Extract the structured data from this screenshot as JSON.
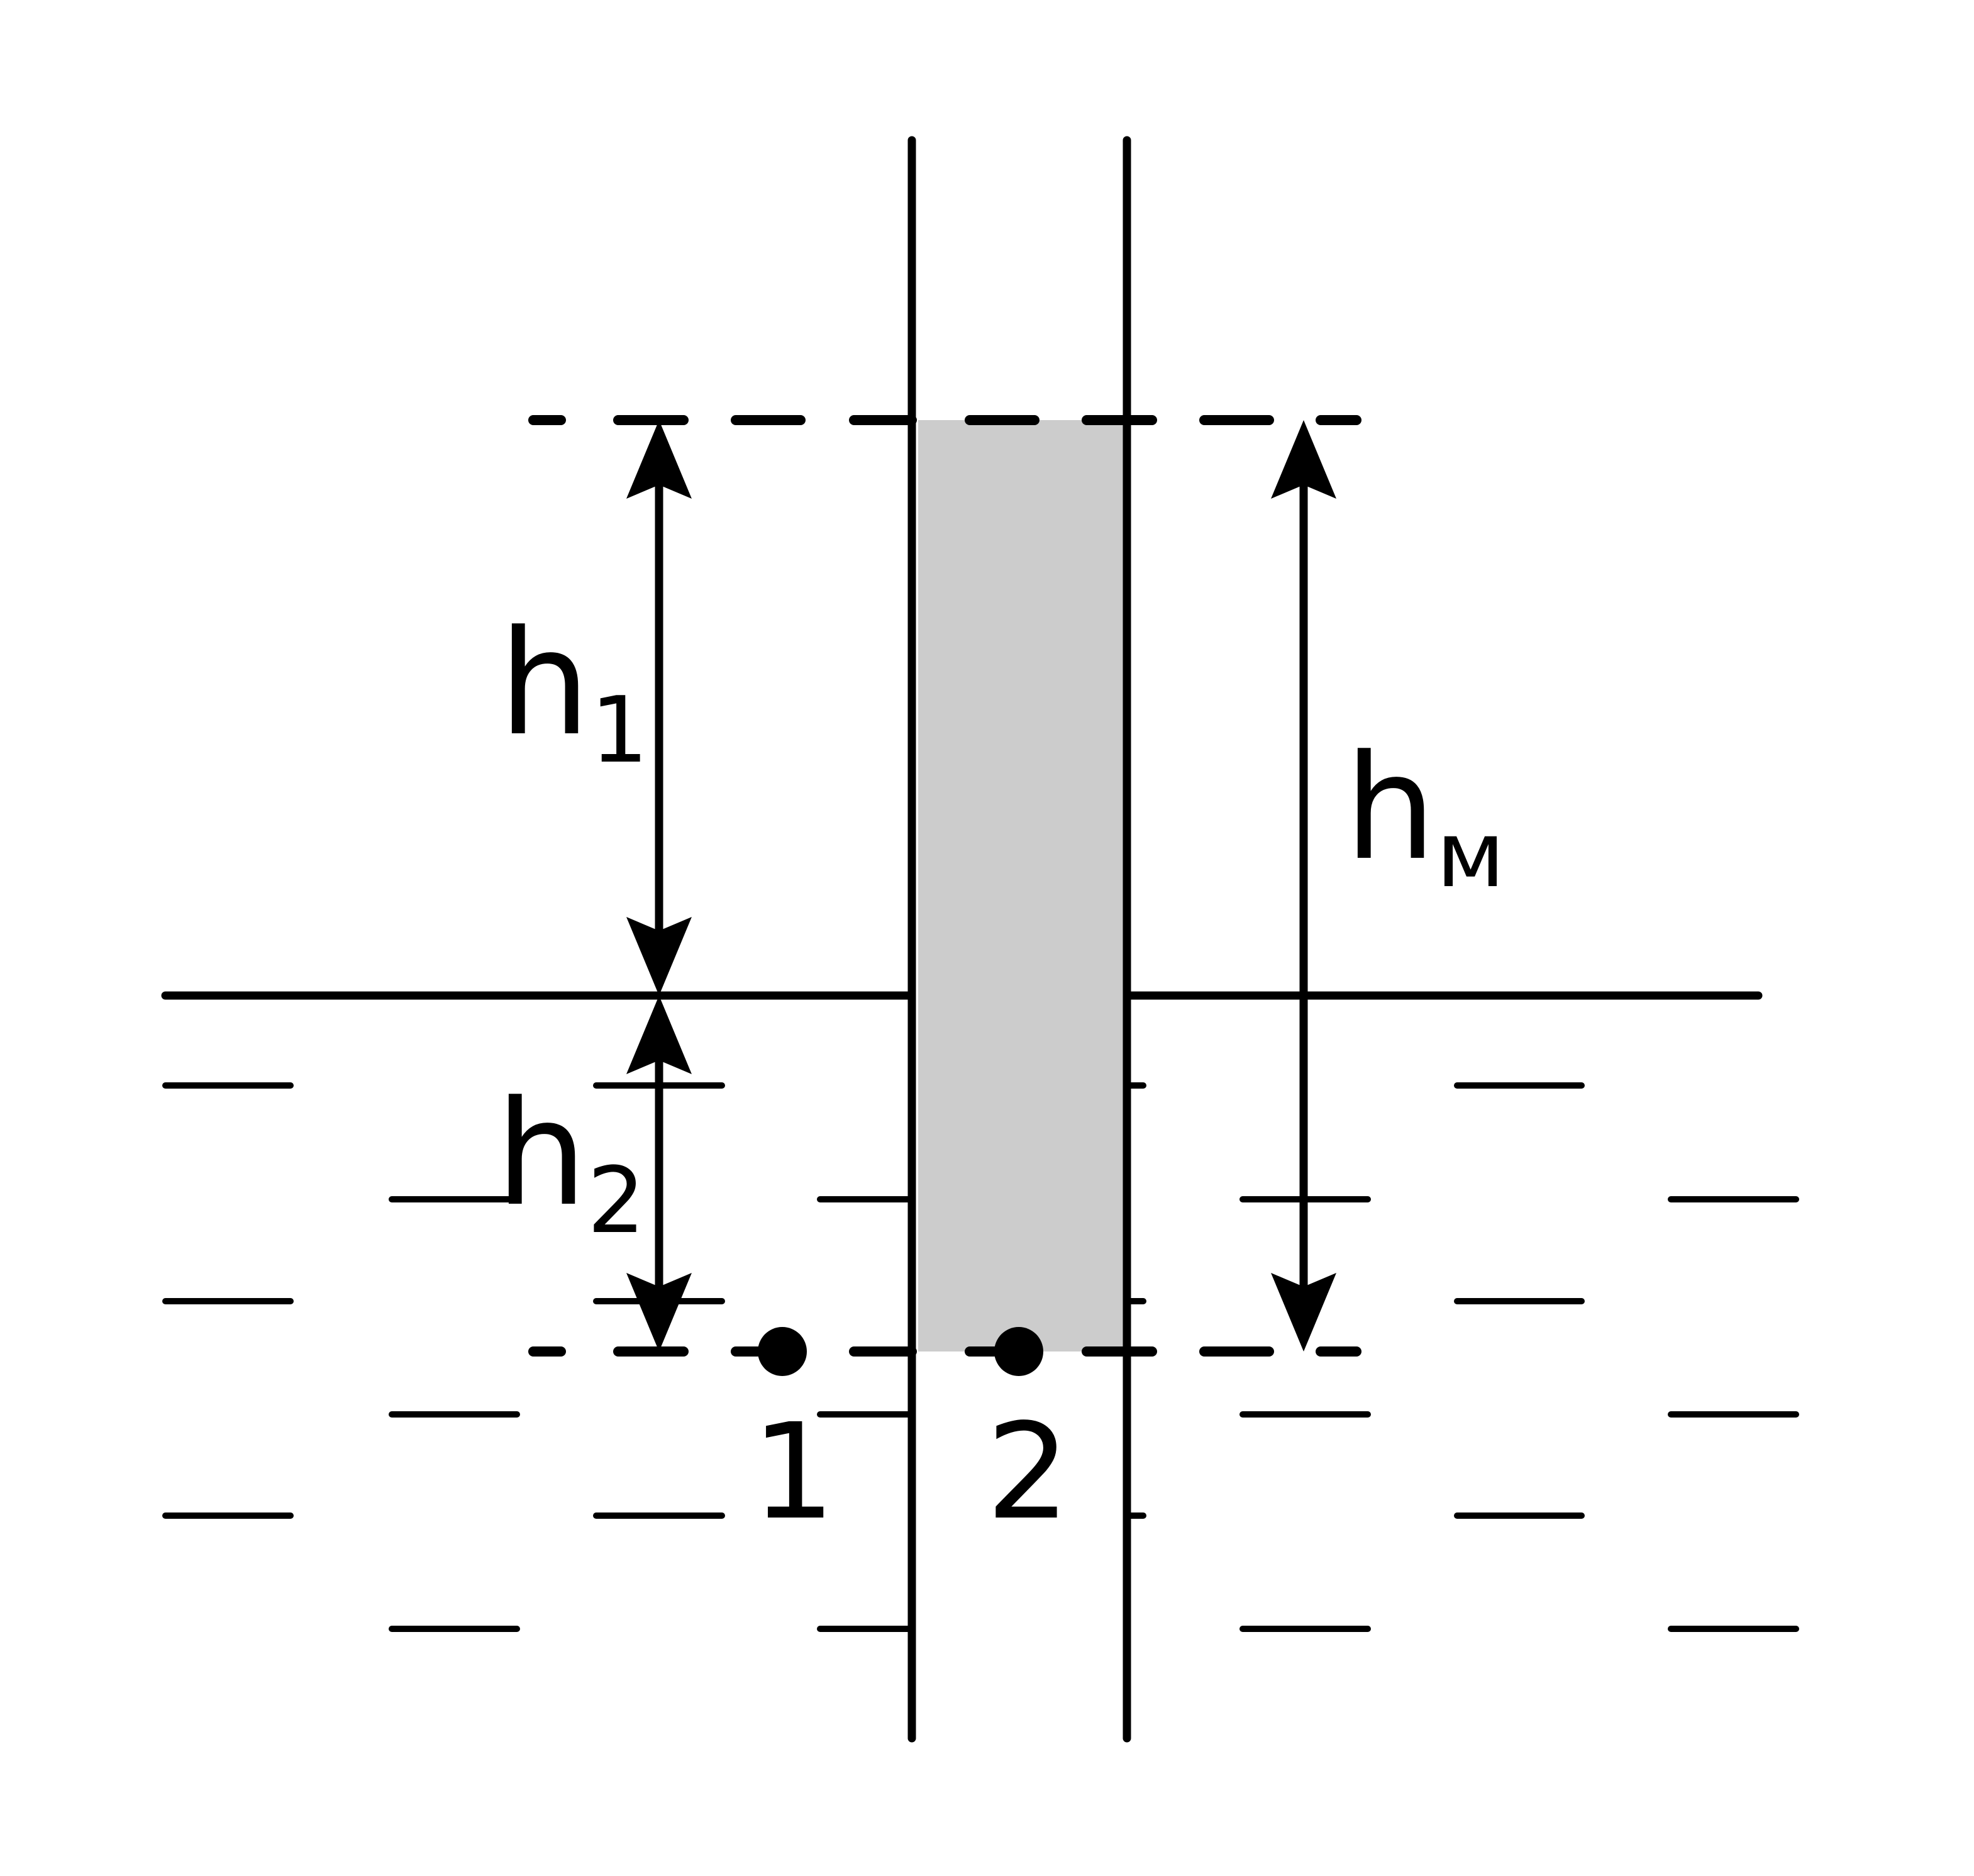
{
  "labels": {
    "h1_main": "h",
    "h1_sub": "1",
    "h2_main": "h",
    "h2_sub": "2",
    "hm_main": "h",
    "hm_sub": "м",
    "point_1": "1",
    "point_2": "2"
  },
  "colors": {
    "stroke": "#000000",
    "fill": "#cccccc",
    "background": "#ffffff"
  }
}
